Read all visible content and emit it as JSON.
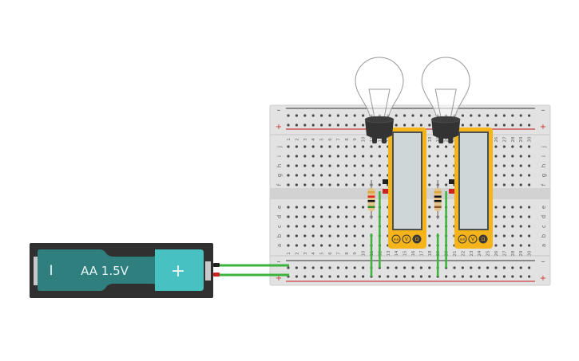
{
  "battery": {
    "label": "AA 1.5V",
    "minus_symbol": "I",
    "plus_symbol": "+",
    "colors": {
      "case": "#303030",
      "body": "#2f7f7f",
      "cap": "#47c1c1",
      "text": "#e8f4f4"
    }
  },
  "breadboard": {
    "columns": 30,
    "top_rows": [
      "j",
      "i",
      "h",
      "g",
      "f"
    ],
    "bottom_rows": [
      "e",
      "d",
      "c",
      "b",
      "a"
    ],
    "rail_minus_label": "–",
    "rail_plus_label": "+",
    "colors": {
      "board": "#e2e2e2",
      "hole": "#4a4a4a",
      "rail_red": "#cc5a5a",
      "rail_black": "#333333",
      "text": "#666666"
    }
  },
  "components": {
    "bulbs": [
      {
        "name": "light-bulb-1",
        "column": 11
      },
      {
        "name": "light-bulb-2",
        "column": 19
      }
    ],
    "multimeters": [
      {
        "name": "multimeter-1",
        "mode_buttons": [
          "mA",
          "V",
          "Ω"
        ],
        "active": "Ω"
      },
      {
        "name": "multimeter-2",
        "mode_buttons": [
          "mA",
          "V",
          "Ω"
        ],
        "active": "Ω"
      }
    ],
    "resistors": [
      {
        "name": "resistor-1",
        "column": 11,
        "bands": [
          "#d8a840",
          "#e0221c",
          "#111111",
          "#2e8b2e"
        ]
      },
      {
        "name": "resistor-2",
        "column": 19,
        "bands": [
          "#d8a840",
          "#111111",
          "#111111",
          "#8b5a2b"
        ]
      }
    ],
    "wire_color": "#3cb33c"
  }
}
